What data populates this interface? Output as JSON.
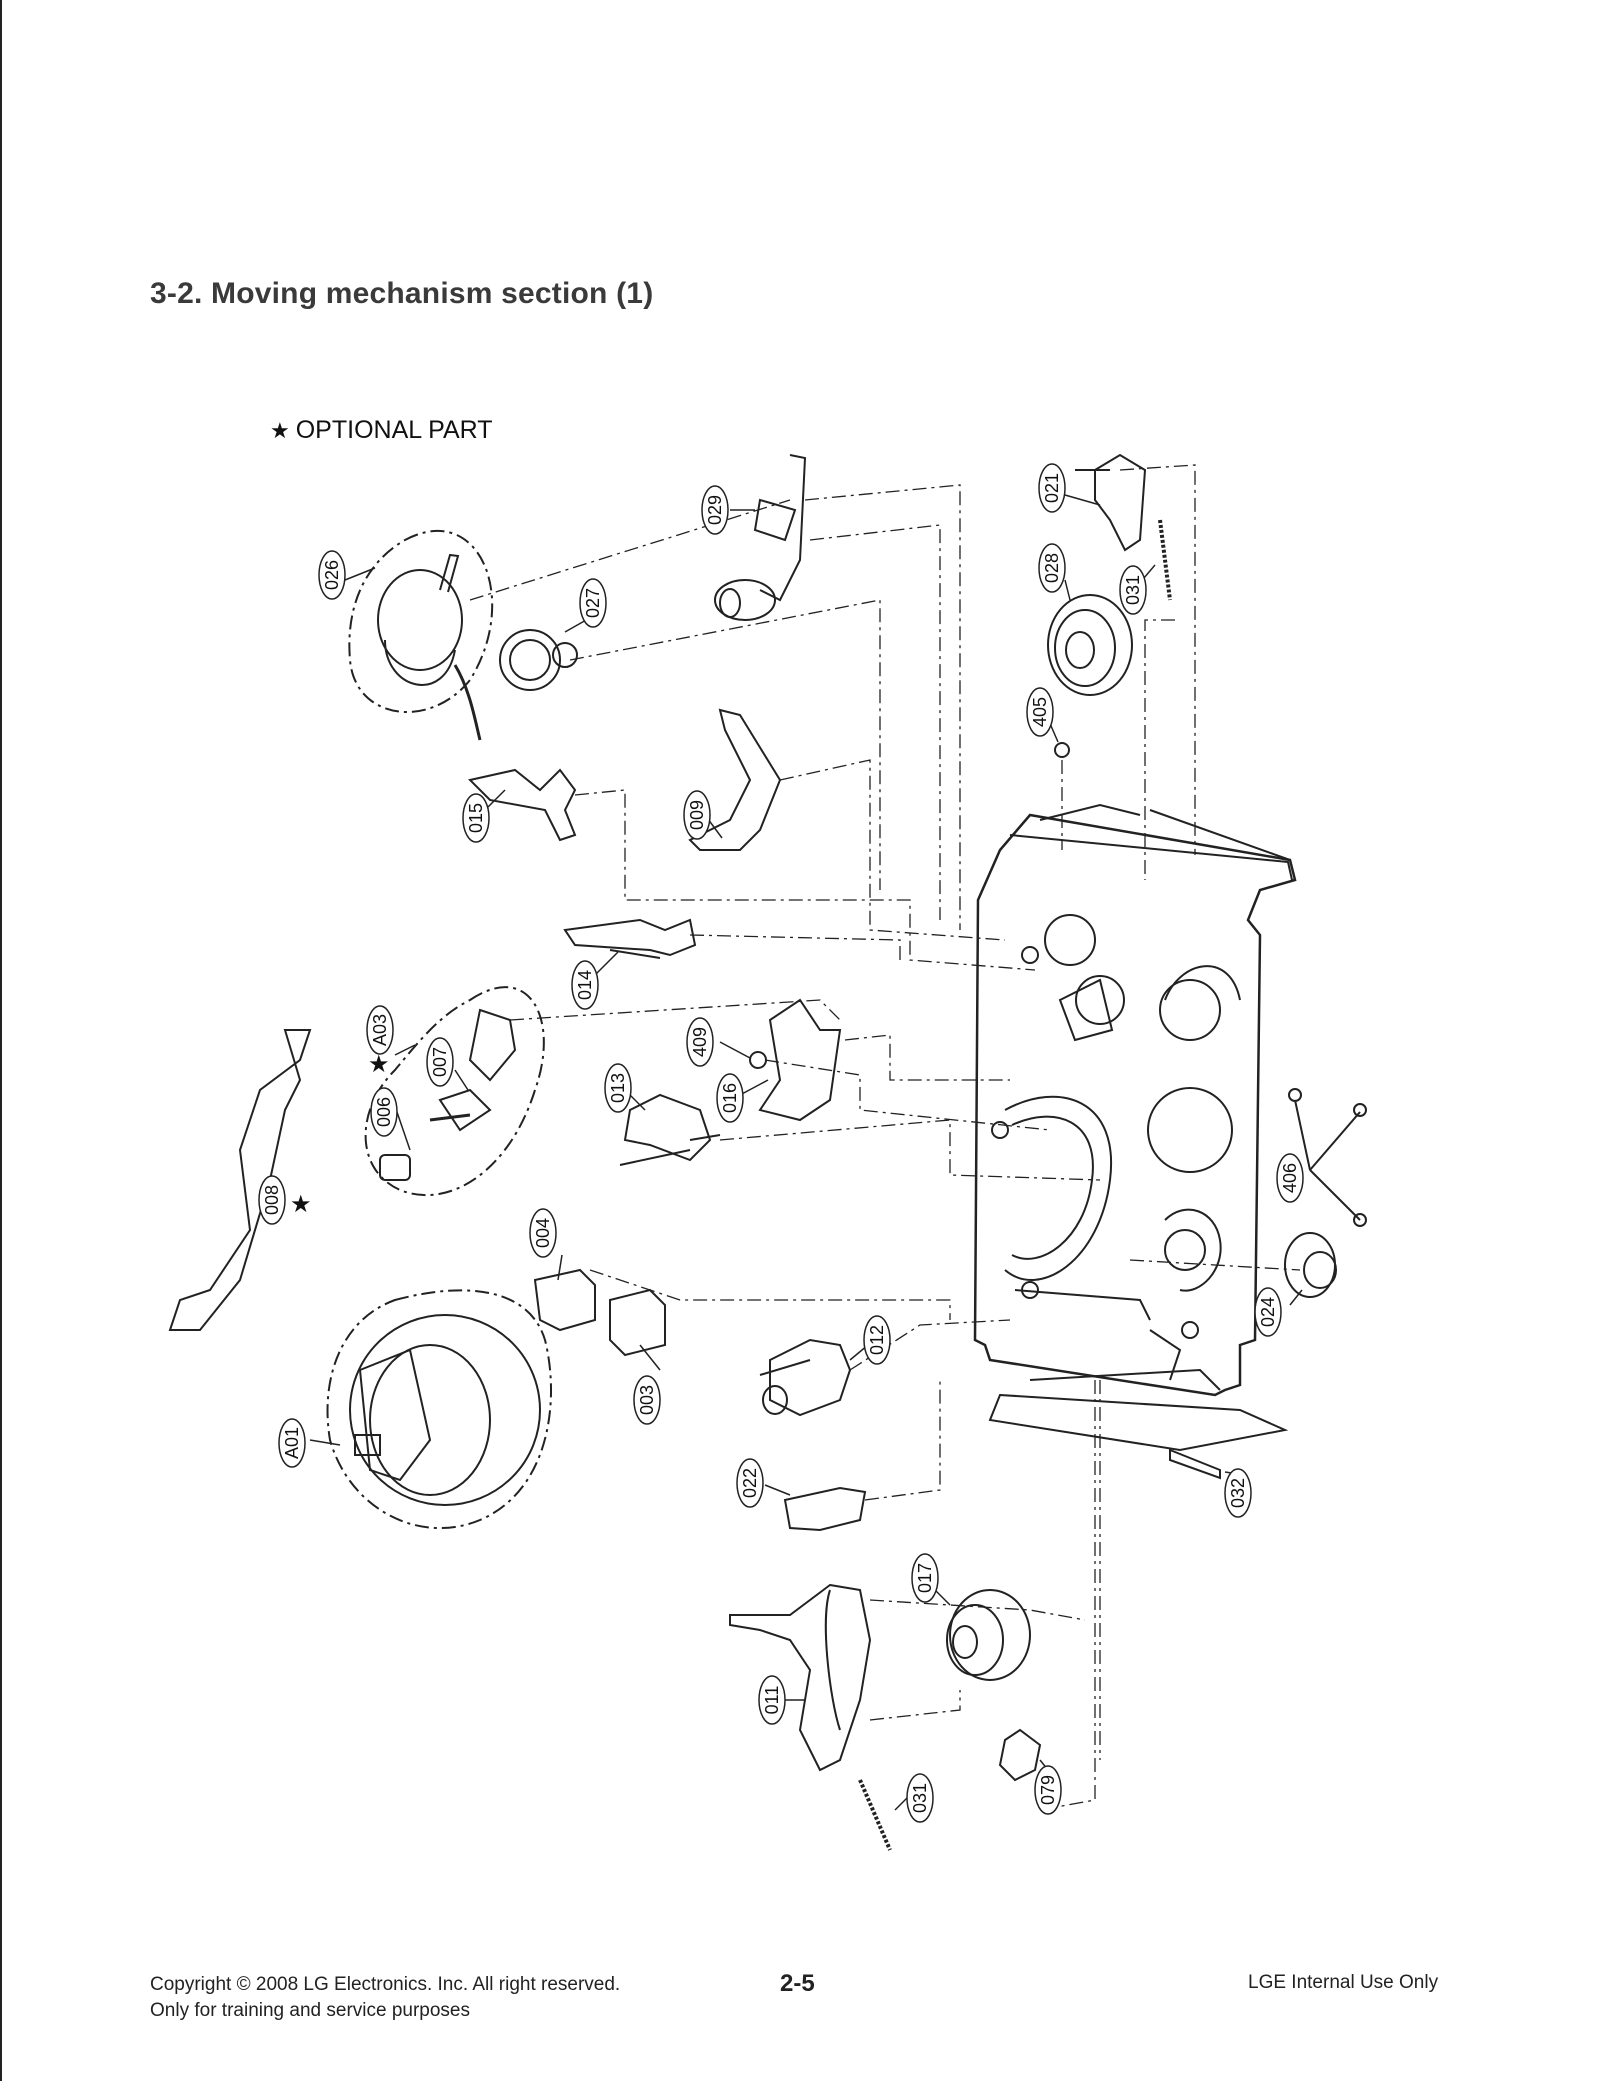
{
  "page": {
    "section_title": "3-2. Moving mechanism section (1)",
    "legend": {
      "star": "★",
      "text": "OPTIONAL PART"
    }
  },
  "parts": [
    {
      "id": "p026",
      "label": "026"
    },
    {
      "id": "p027",
      "label": "027"
    },
    {
      "id": "p029",
      "label": "029"
    },
    {
      "id": "p021",
      "label": "021"
    },
    {
      "id": "p028",
      "label": "028"
    },
    {
      "id": "p031a",
      "label": "031"
    },
    {
      "id": "p405",
      "label": "405"
    },
    {
      "id": "p015",
      "label": "015"
    },
    {
      "id": "p009",
      "label": "009"
    },
    {
      "id": "p014",
      "label": "014"
    },
    {
      "id": "pA03",
      "label": "A03"
    },
    {
      "id": "p007",
      "label": "007"
    },
    {
      "id": "p006",
      "label": "006"
    },
    {
      "id": "p409",
      "label": "409"
    },
    {
      "id": "p016",
      "label": "016"
    },
    {
      "id": "p013",
      "label": "013"
    },
    {
      "id": "p008",
      "label": "008"
    },
    {
      "id": "p406",
      "label": "406"
    },
    {
      "id": "p004",
      "label": "004"
    },
    {
      "id": "p003",
      "label": "003"
    },
    {
      "id": "p024",
      "label": "024"
    },
    {
      "id": "p012",
      "label": "012"
    },
    {
      "id": "pA01",
      "label": "A01"
    },
    {
      "id": "p022",
      "label": "022"
    },
    {
      "id": "p032",
      "label": "032"
    },
    {
      "id": "p017",
      "label": "017"
    },
    {
      "id": "p011",
      "label": "011"
    },
    {
      "id": "p031b",
      "label": "031"
    },
    {
      "id": "p079",
      "label": "079"
    }
  ],
  "optional_marks": [
    "★",
    "★"
  ],
  "footer": {
    "copyright": "Copyright © 2008 LG Electronics. Inc. All right reserved.",
    "purpose": "Only for training and service purposes",
    "page_number": "2-5",
    "internal": "LGE Internal Use Only"
  }
}
